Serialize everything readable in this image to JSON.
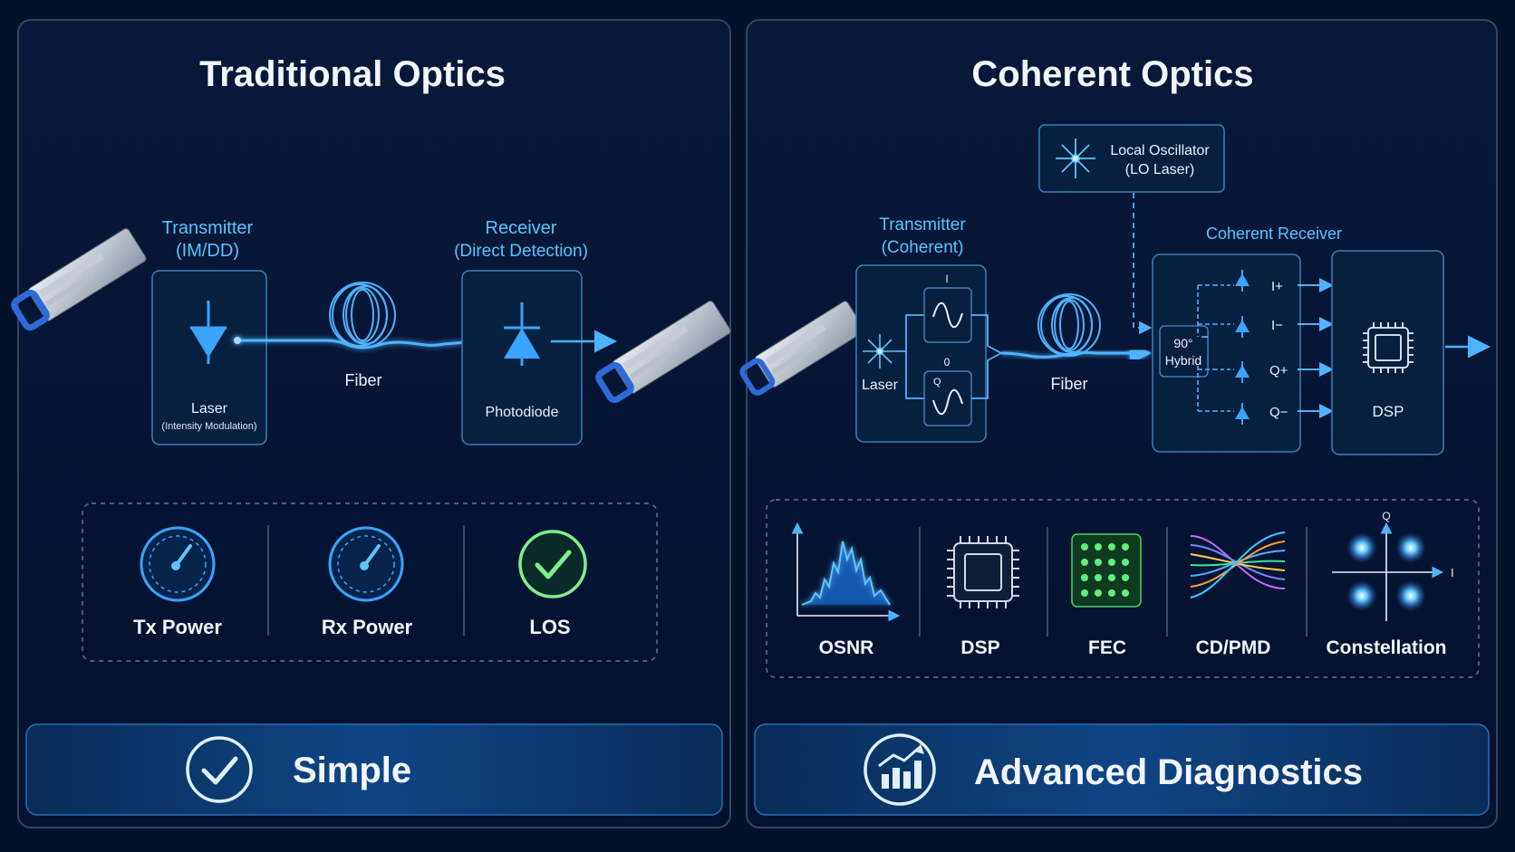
{
  "colors": {
    "background": "#03112b",
    "panel": "#061733",
    "panel_border": "#33465f",
    "accent_blue": "#3aa4ff",
    "accent_cyan": "#57c6ff",
    "line_blue": "#4fb3ff",
    "text": "#e9f1ff",
    "green": "#7ef08a",
    "banner": "#0d3b70"
  },
  "traditional": {
    "title": "Traditional Optics",
    "transmitter_title": "Transmitter",
    "transmitter_sub": "(IM/DD)",
    "laser_label": "Laser",
    "laser_sub": "(Intensity Modulation)",
    "fiber_label": "Fiber",
    "receiver_title": "Receiver",
    "receiver_sub": "(Direct Detection)",
    "photodiode_label": "Photodiode",
    "metrics": [
      {
        "label": "Tx Power",
        "icon": "gauge-icon"
      },
      {
        "label": "Rx Power",
        "icon": "gauge-icon"
      },
      {
        "label": "LOS",
        "icon": "check-circle-icon"
      }
    ],
    "banner_label": "Simple",
    "banner_icon": "check-circle-icon"
  },
  "coherent": {
    "title": "Coherent Optics",
    "lo_label_1": "Local Oscillator",
    "lo_label_2": "(LO Laser)",
    "transmitter_title": "Transmitter",
    "transmitter_sub": "(Coherent)",
    "laser_label": "Laser",
    "mod_i_label": "I",
    "mod_q_label": "Q",
    "mod_q_phase": "0",
    "fiber_label": "Fiber",
    "receiver_title": "Coherent Receiver",
    "hybrid_label_1": "90°",
    "hybrid_label_2": "Hybrid",
    "outputs": [
      "I+",
      "I−",
      "Q+",
      "Q−"
    ],
    "dsp_label": "DSP",
    "metrics": [
      {
        "label": "OSNR",
        "icon": "spectrum-icon"
      },
      {
        "label": "DSP",
        "icon": "chip-icon"
      },
      {
        "label": "FEC",
        "icon": "matrix-icon"
      },
      {
        "label": "CD/PMD",
        "icon": "dispersion-curves-icon"
      },
      {
        "label": "Constellation",
        "icon": "constellation-icon"
      }
    ],
    "const_axis_q": "Q",
    "const_axis_i": "I",
    "banner_label": "Advanced Diagnostics",
    "banner_icon": "chart-up-icon"
  }
}
